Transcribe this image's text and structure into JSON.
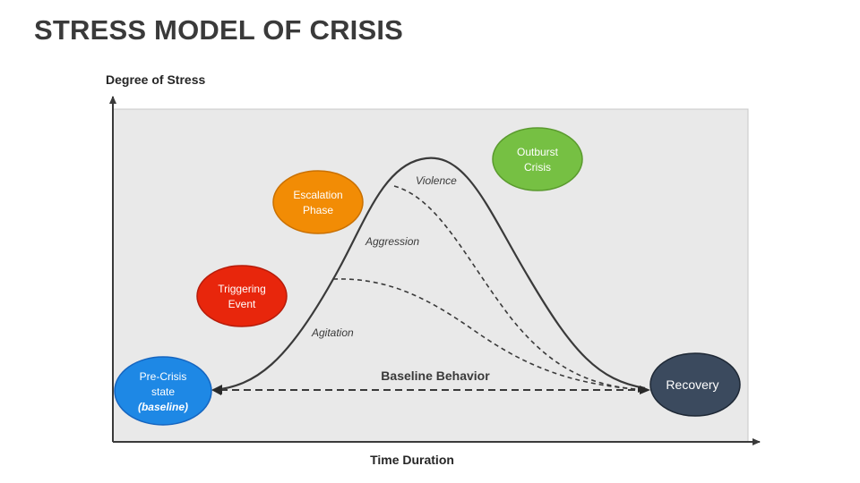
{
  "title": "STRESS MODEL OF CRISIS",
  "axes": {
    "y_label": "Degree of Stress",
    "x_label": "Time Duration"
  },
  "phases": {
    "violence": "Violence",
    "aggression": "Aggression",
    "agitation": "Agitation"
  },
  "baseline_label": "Baseline Behavior",
  "nodes": {
    "pre_crisis": {
      "line1": "Pre-Crisis",
      "line2": "state",
      "line3": "(baseline)",
      "color": "#1E88E5"
    },
    "triggering": {
      "line1": "Triggering",
      "line2": "Event",
      "color": "#E8260C"
    },
    "escalation": {
      "line1": "Escalation",
      "line2": "Phase",
      "color": "#F28C05"
    },
    "outburst": {
      "line1": "Outburst",
      "line2": "Crisis",
      "color": "#76C043"
    },
    "recovery": {
      "line1": "Recovery",
      "color": "#3B4A5E"
    }
  },
  "colors": {
    "plot_background": "#E9E9E9",
    "curve": "#3A3A3A"
  }
}
